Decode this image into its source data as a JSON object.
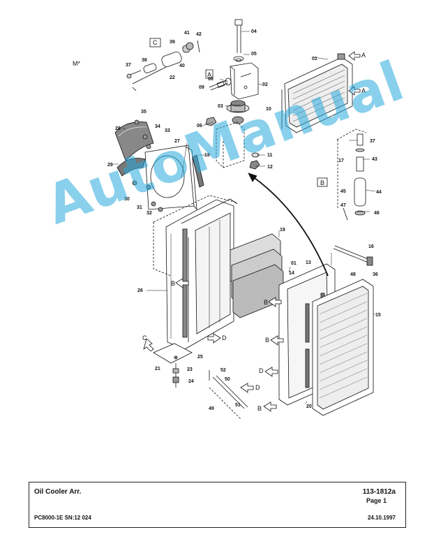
{
  "diagram": {
    "marker_top_left": "M*",
    "view_labels": {
      "A": "A",
      "B": "B",
      "C": "C",
      "D": "D"
    },
    "callouts": [
      "01",
      "02",
      "03",
      "04",
      "05",
      "06",
      "08",
      "09",
      "10",
      "11",
      "12",
      "13",
      "14",
      "15",
      "16",
      "17",
      "18",
      "19",
      "20",
      "21",
      "22",
      "23",
      "24",
      "25",
      "26",
      "27",
      "28",
      "29",
      "30",
      "31",
      "32",
      "33",
      "34",
      "35",
      "36",
      "37",
      "38",
      "39",
      "40",
      "41",
      "42",
      "43",
      "44",
      "45",
      "46",
      "47",
      "48",
      "49",
      "50",
      "51",
      "52"
    ]
  },
  "watermark": {
    "text": "AutoManual",
    "color": "#28aadc"
  },
  "title_block": {
    "title": "Oil Cooler Arr.",
    "document_number": "113-1812a",
    "page": "Page 1",
    "model": "PC8000-1E SN:12 024",
    "date": "24.10.1997"
  }
}
